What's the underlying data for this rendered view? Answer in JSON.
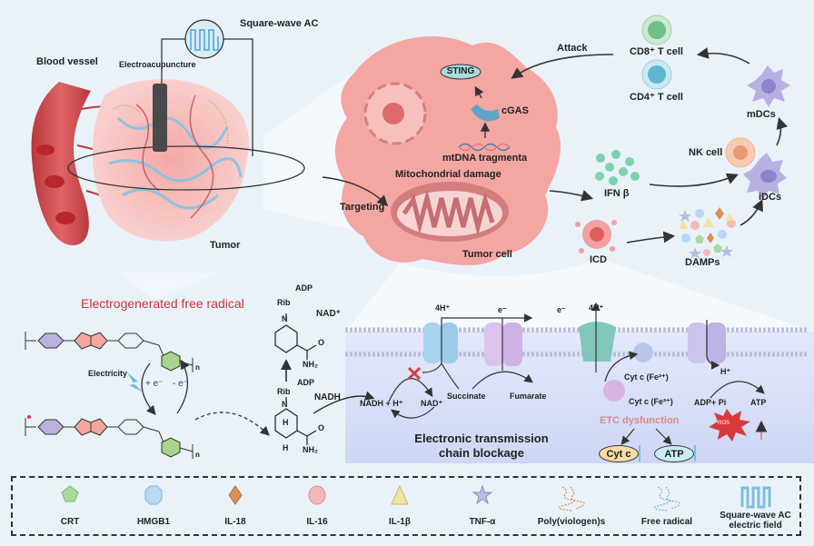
{
  "top_left": {
    "square_wave_label": "Square-wave AC",
    "blood_vessel_label": "Blood vessel",
    "electroacupuncture_label": "Electroacupuncture",
    "tumor_label": "Tumor"
  },
  "tumor_cell": {
    "sting_label": "STING",
    "cgas_label": "cGAS",
    "mtdna_label": "mtDNA tragmenta",
    "mito_damage_label": "Mitochondrial damage",
    "targeting_label": "Targeting",
    "tumor_cell_label": "Tumor cell"
  },
  "immune": {
    "attack_label": "Attack",
    "cd8_label": "CD8⁺ T cell",
    "cd4_label": "CD4⁺ T cell",
    "mdcs_label": "mDCs",
    "nk_label": "NK cell",
    "ifn_label": "IFN β",
    "idcs_label": "iDCs",
    "icd_label": "ICD",
    "damps_label": "DAMPs"
  },
  "chemistry": {
    "title": "Electrogenerated free radical",
    "electricity_label": "Electricity",
    "plus_e": "+ e⁻",
    "minus_e": "- e⁻",
    "n_sub": "n",
    "adp_top": "ADP",
    "rib_top": "Rib",
    "nad_plus": "NAD⁺",
    "adp_bottom": "ADP",
    "rib_bottom": "Rib",
    "nadh": "NADH",
    "nh2": "NH₂",
    "o": "O",
    "n": "N",
    "h": "H"
  },
  "etc": {
    "h4_left": "4H⁺",
    "e_left": "e⁻",
    "e_right": "e⁻",
    "h4_right": "4H⁺",
    "nadh_h": "NADH + H⁺",
    "nad": "NAD⁺",
    "succinate": "Succinate",
    "fumarate": "Fumarate",
    "cytc_fe2": "Cyt c (Fe²⁺)",
    "cytc_fe3": "Cyt c (Fe³⁺)",
    "h_plus": "H⁺",
    "adp_pi": "ADP+ Pi",
    "atp": "ATP",
    "etc_dysfunction": "ETC dysfunction",
    "ros": "ROS",
    "blockage_line1": "Electronic transmission",
    "blockage_line2": "chain blockage",
    "cytc_pill": "Cyt c",
    "atp_pill": "ATP"
  },
  "legend": {
    "items": [
      {
        "label": "CRT",
        "icon": "pentagon-icon",
        "color": "#a8dc9a"
      },
      {
        "label": "HMGB1",
        "icon": "octagon-icon",
        "color": "#b8d8f4"
      },
      {
        "label": "IL-18",
        "icon": "diamond-icon",
        "color": "#d9905a"
      },
      {
        "label": "IL-16",
        "icon": "circle-icon",
        "color": "#f5b8b8"
      },
      {
        "label": "IL-1β",
        "icon": "triangle-icon",
        "color": "#f2e3a0"
      },
      {
        "label": "TNF-α",
        "icon": "star-icon",
        "color": "#b5bedf"
      },
      {
        "label": "Poly(viologen)s",
        "icon": "polymer-chain-icon",
        "color": "#d98a5a"
      },
      {
        "label": "Free radical",
        "icon": "free-radical-chain-icon",
        "color": "#7fb2d6"
      },
      {
        "label": "Square-wave AC electric field",
        "icon": "square-wave-icon",
        "color": "#7fbde0"
      }
    ]
  },
  "colors": {
    "background": "#e9f2f9",
    "tumor_cell": "#f4a6a3",
    "membrane_zone": "#d6dcf6",
    "title_red": "#c8353a",
    "etc_pink": "#d88a8a",
    "ros_red": "#d9393c"
  }
}
